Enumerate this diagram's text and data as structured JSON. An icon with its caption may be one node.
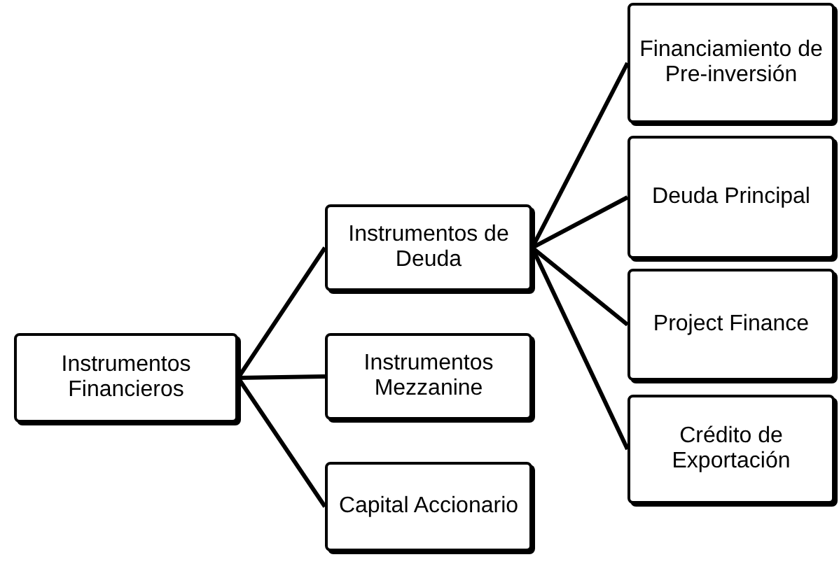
{
  "diagram": {
    "nodes": [
      {
        "text": [
          "Instrumentos Financieros"
        ]
      },
      {
        "text": [
          "Instrumentos de Deuda"
        ]
      },
      {
        "text": [
          "Instrumentos Mezzanine"
        ]
      },
      {
        "text": [
          "Capital Accionario"
        ]
      },
      {
        "text": [
          "Financiamiento de Pre-inversión"
        ]
      },
      {
        "text": [
          "Deuda Principal"
        ]
      },
      {
        "text": [
          "Project Finance"
        ]
      },
      {
        "text": [
          "Crédito de Exportación"
        ]
      }
    ],
    "edges": [
      {
        "from": 0,
        "to": 1,
        "arrow": "none"
      },
      {
        "from": 0,
        "to": 2,
        "arrow": "none"
      },
      {
        "from": 0,
        "to": 3,
        "arrow": "none"
      },
      {
        "from": 1,
        "to": 4,
        "arrow": "none"
      },
      {
        "from": 1,
        "to": 5,
        "arrow": "none"
      },
      {
        "from": 1,
        "to": 6,
        "arrow": "none"
      },
      {
        "from": 1,
        "to": 7,
        "arrow": "none"
      }
    ]
  }
}
